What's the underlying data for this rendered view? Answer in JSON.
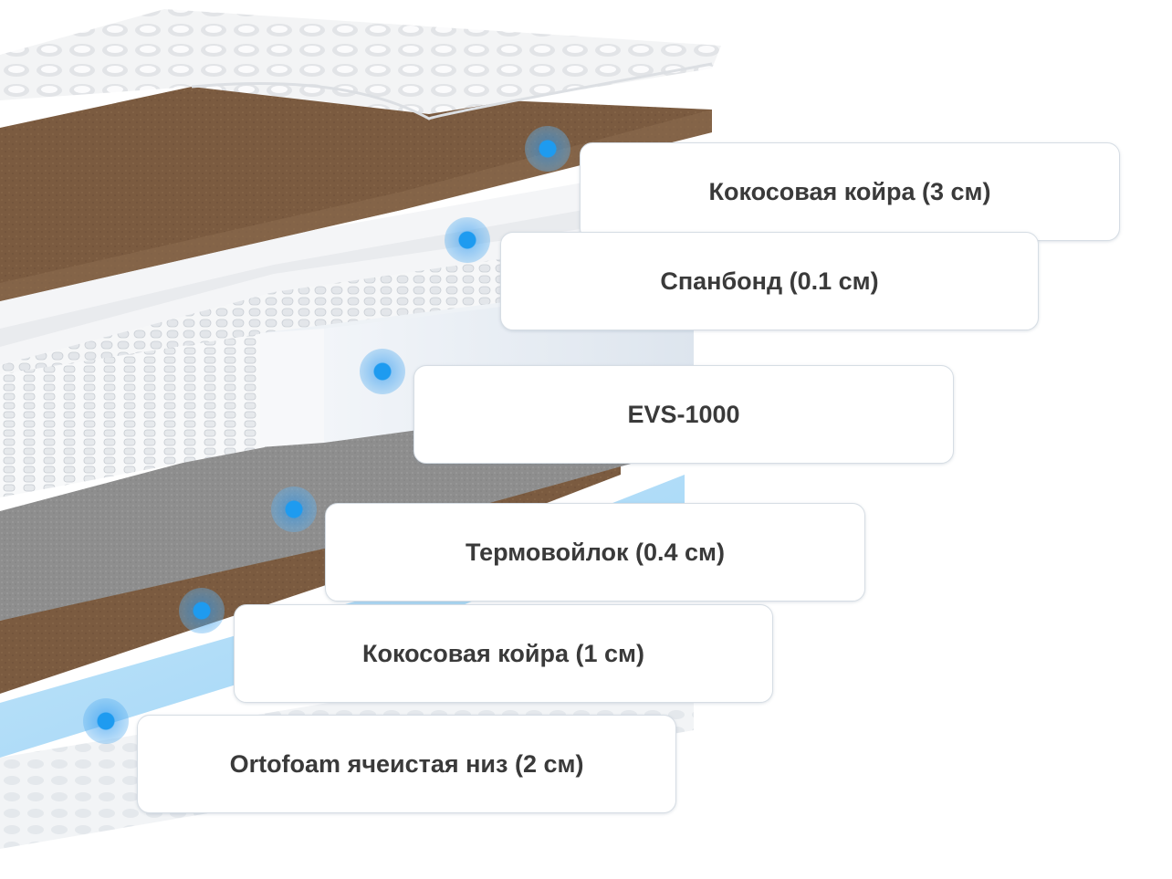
{
  "layers": [
    {
      "id": "coir-top",
      "label": "Кокосовая койра (3 см)"
    },
    {
      "id": "spunbond",
      "label": "Спанбонд (0.1 см)"
    },
    {
      "id": "evs",
      "label": "EVS-1000"
    },
    {
      "id": "felt",
      "label": "Термовойлок (0.4 см)"
    },
    {
      "id": "coir-bottom",
      "label": "Кокосовая койра (1 см)"
    },
    {
      "id": "ortofoam",
      "label": "Ortofoam ячеистая низ (2 см)"
    }
  ],
  "colors": {
    "coir": "#7a5a3f",
    "coir_edge": "#8b6647",
    "felt": "#8a8a8a",
    "foam": "#dfeaf5",
    "ortofoam": "#a8d8f5",
    "marker": "#1e9bf0",
    "card_border": "#d6dde4",
    "text": "#3a3a3a"
  }
}
